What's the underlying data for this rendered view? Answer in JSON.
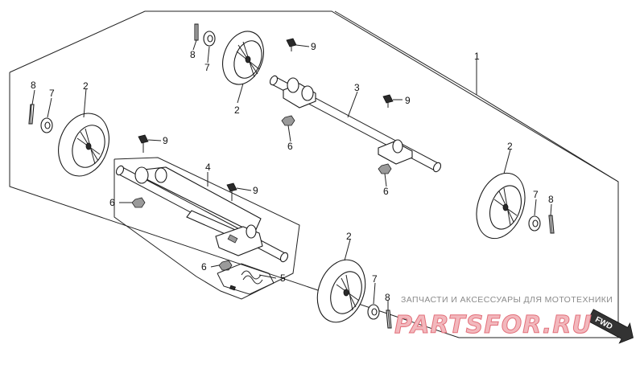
{
  "diagram": {
    "callouts": {
      "frame_assembly": "1",
      "wheel": "2",
      "front_axle": "3",
      "rear_axle": "4",
      "spring": "5",
      "nut": "6",
      "washer": "7",
      "cotter_pin": "8",
      "bolt": "9"
    },
    "fwd_label": "FWD"
  },
  "watermark": {
    "caption": "ЗАПЧАСТИ И АКСЕССУАРЫ ДЛЯ МОТОТЕХНИКИ",
    "logo": "PARTSFOR.RU"
  },
  "colors": {
    "line": "#222222",
    "watermark_red": "#e3707b",
    "fwd_badge": "#333333"
  }
}
